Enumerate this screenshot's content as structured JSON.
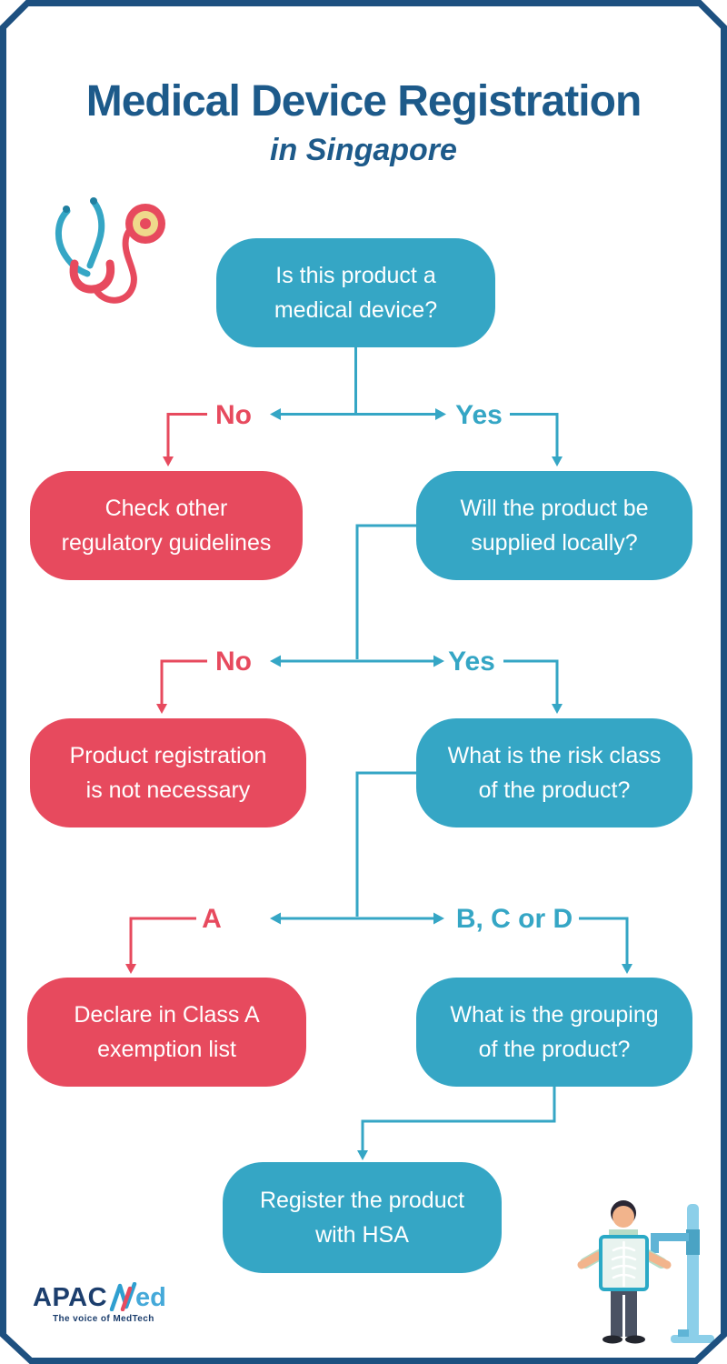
{
  "header": {
    "title": "Medical Device Registration",
    "subtitle": "in Singapore"
  },
  "flow": {
    "nodes": [
      {
        "id": "q-medical-device",
        "color": "teal",
        "lines": [
          "Is this product a",
          "medical device?"
        ]
      },
      {
        "id": "check-guidelines",
        "color": "red",
        "lines": [
          "Check other",
          "regulatory guidelines"
        ]
      },
      {
        "id": "q-supplied-locally",
        "color": "teal",
        "lines": [
          "Will the product be",
          "supplied locally?"
        ]
      },
      {
        "id": "not-necessary",
        "color": "red",
        "lines": [
          "Product registration",
          "is not necessary"
        ]
      },
      {
        "id": "q-risk-class",
        "color": "teal",
        "lines": [
          "What is the risk class",
          "of the product?"
        ]
      },
      {
        "id": "class-a-exemption",
        "color": "red",
        "lines": [
          "Declare in Class A",
          "exemption list"
        ]
      },
      {
        "id": "q-grouping",
        "color": "teal",
        "lines": [
          "What is the grouping",
          "of the product?"
        ]
      },
      {
        "id": "register-hsa",
        "color": "teal",
        "lines": [
          "Register the product",
          "with HSA"
        ]
      }
    ],
    "branch_labels": {
      "d1_no": "No",
      "d1_yes": "Yes",
      "d2_no": "No",
      "d2_yes": "Yes",
      "d3_left": "A",
      "d3_right": "B, C or D"
    }
  },
  "footer": {
    "logo_apac": "APAC",
    "logo_ed": "ed",
    "tagline": "The voice of MedTech"
  },
  "colors": {
    "teal": "#35a6c5",
    "red": "#e74a5e",
    "title_navy": "#1d5a8a",
    "frame_navy": "#1d5080",
    "logo_navy": "#1c3e6d"
  }
}
